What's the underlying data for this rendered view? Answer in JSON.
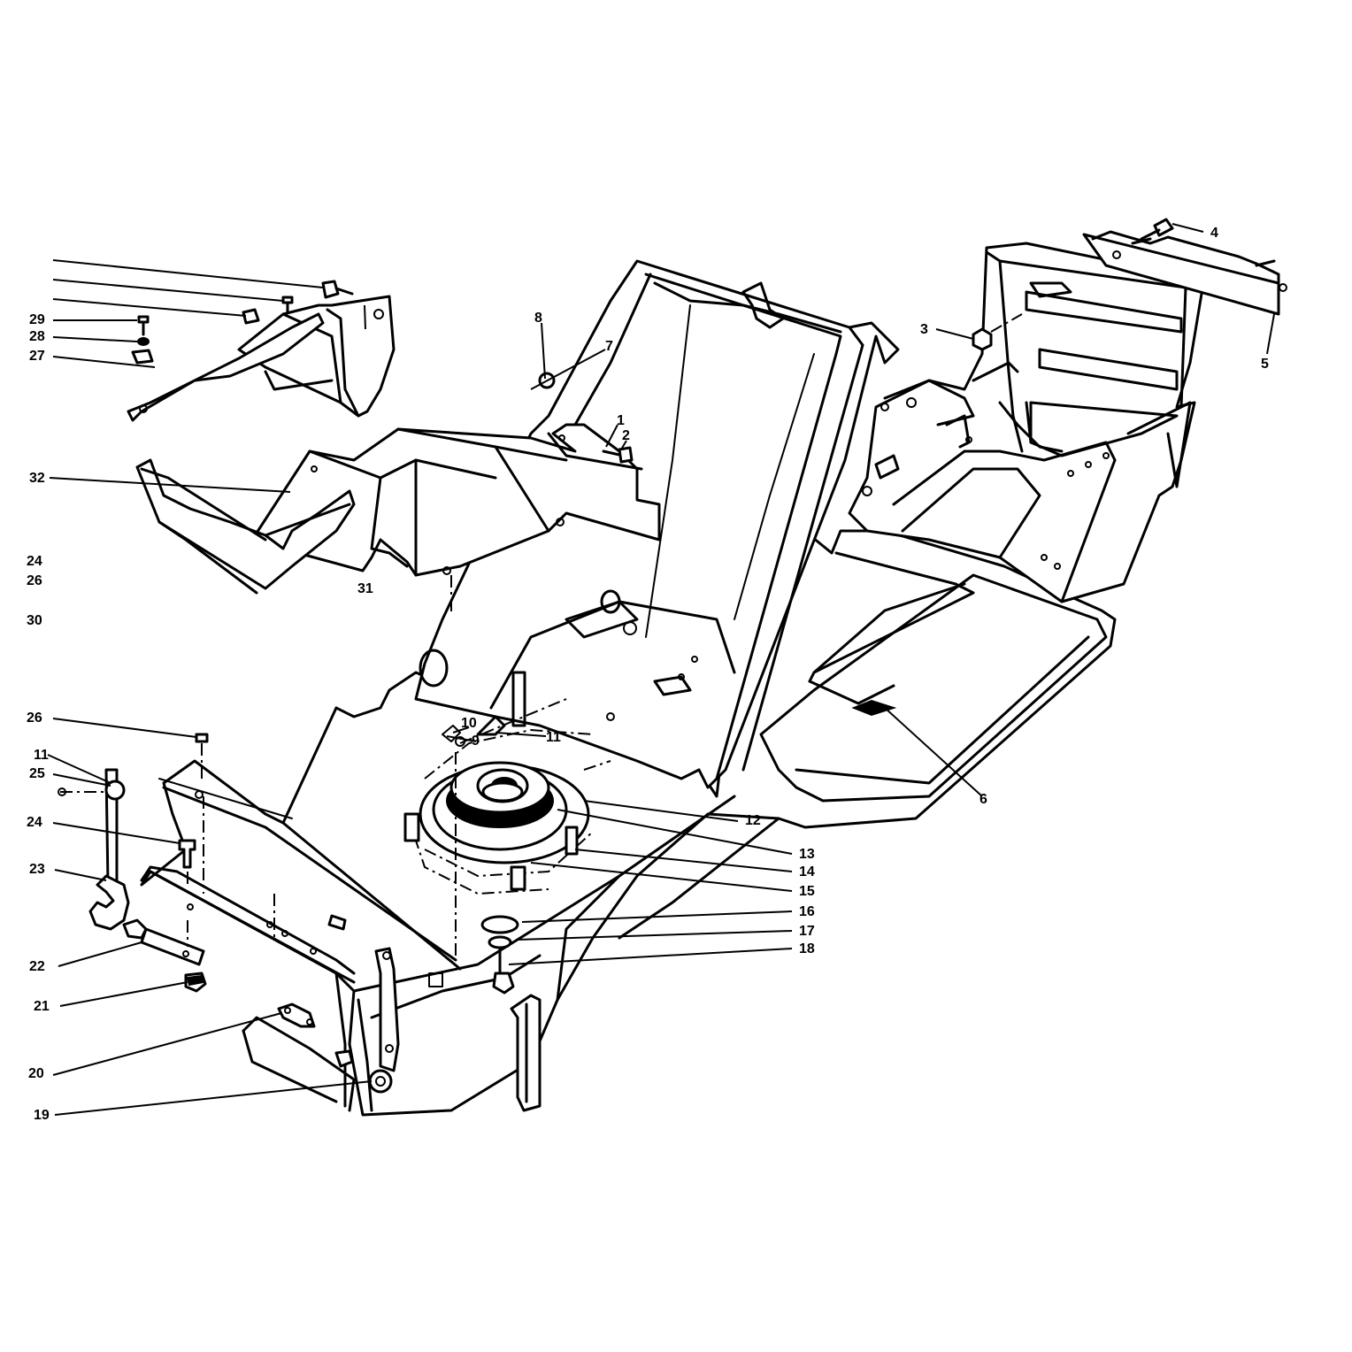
{
  "callouts": [
    {
      "id": "c1",
      "text": "1"
    },
    {
      "id": "c2",
      "text": "2"
    },
    {
      "id": "c3",
      "text": "3"
    },
    {
      "id": "c4",
      "text": "4"
    },
    {
      "id": "c5",
      "text": "5"
    },
    {
      "id": "c6",
      "text": "6"
    },
    {
      "id": "c7",
      "text": "7"
    },
    {
      "id": "c8",
      "text": "8"
    },
    {
      "id": "c9",
      "text": "9"
    },
    {
      "id": "c10",
      "text": "10"
    },
    {
      "id": "c11a",
      "text": "11"
    },
    {
      "id": "c11b",
      "text": "11"
    },
    {
      "id": "c12",
      "text": "12"
    },
    {
      "id": "c13",
      "text": "13"
    },
    {
      "id": "c14",
      "text": "14"
    },
    {
      "id": "c15",
      "text": "15"
    },
    {
      "id": "c16",
      "text": "16"
    },
    {
      "id": "c17",
      "text": "17"
    },
    {
      "id": "c18",
      "text": "18"
    },
    {
      "id": "c19",
      "text": "19"
    },
    {
      "id": "c20",
      "text": "20"
    },
    {
      "id": "c21",
      "text": "21"
    },
    {
      "id": "c22",
      "text": "22"
    },
    {
      "id": "c23",
      "text": "23"
    },
    {
      "id": "c24a",
      "text": "24"
    },
    {
      "id": "c24b",
      "text": "24"
    },
    {
      "id": "c25",
      "text": "25"
    },
    {
      "id": "c26a",
      "text": "26"
    },
    {
      "id": "c26b",
      "text": "26"
    },
    {
      "id": "c27",
      "text": "27"
    },
    {
      "id": "c28",
      "text": "28"
    },
    {
      "id": "c29",
      "text": "29"
    },
    {
      "id": "c30",
      "text": "30"
    },
    {
      "id": "c31",
      "text": "31"
    },
    {
      "id": "c32",
      "text": "32"
    }
  ],
  "colors": {
    "ink": "#000000",
    "paper": "#ffffff"
  }
}
